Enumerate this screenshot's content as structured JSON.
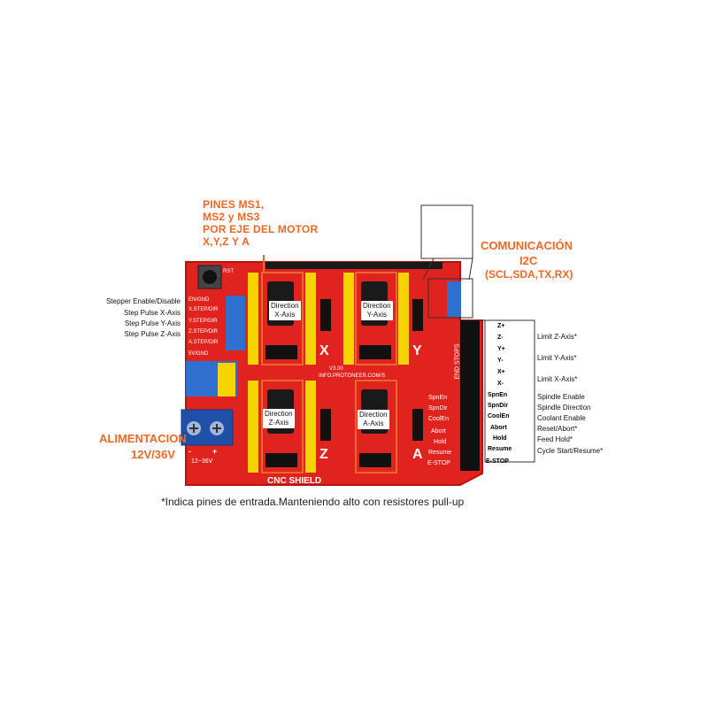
{
  "annotations": {
    "ms_pins": [
      "PINES MS1,",
      "MS2 y MS3",
      "POR EJE DEL MOTOR",
      "X,Y,Z Y A"
    ],
    "comm": [
      "COMUNICACIÓN",
      "I2C",
      "(SCL,SDA,TX,RX)"
    ],
    "power": [
      "ALIMENTACION",
      "12V/36V"
    ],
    "footnote": "*Indica pines de entrada.Manteniendo alto con resistores pull-up"
  },
  "left_labels": [
    "Stepper Enable/Disable",
    "Step Pulse X-Axis",
    "Step Pulse Y-Axis",
    "Step Pulse Z-Axis"
  ],
  "right_labels": [
    "Limit Z-Axis*",
    "Limit Y-Axis*",
    "Limit X-Axis*",
    "Spindle Enable",
    "Spindle Direction",
    "Coolant Enable",
    "Reset/Abort*",
    "Feed Hold*",
    "Cycle Start/Resume*"
  ],
  "pin_table": [
    "Z+",
    "Z-",
    "Y+",
    "Y-",
    "X+",
    "X-",
    "SpnEn",
    "SpnDir",
    "CoolEn",
    "Abort",
    "Hold",
    "Resume",
    "E-STOP"
  ],
  "board": {
    "title": "CNC SHIELD",
    "axes": [
      "X",
      "Y",
      "Z",
      "A"
    ],
    "rst": "RST",
    "header_labels": [
      "EN/GND",
      "X.STEP/DIR",
      "Y.STEP/DIR",
      "Z.STEP/DIR",
      "A.STEP/DIR",
      "5V/GND"
    ],
    "endstops_label": "END STOPS",
    "side_pins": [
      "SpnEn",
      "SpnDir",
      "CoolEn",
      "Abort",
      "Hold",
      "Resume",
      "E-STOP"
    ],
    "version": "V3.00",
    "url": "INFO.PROTONEER.COM/S",
    "terminal_minus": "-",
    "terminal_plus": "+",
    "terminal_range": "12~36V"
  },
  "drivers": [
    {
      "line1": "Direction",
      "line2": "X-Axis"
    },
    {
      "line1": "Direction",
      "line2": "Y-Axis"
    },
    {
      "line1": "Direction",
      "line2": "Z-Axis"
    },
    {
      "line1": "Direction",
      "line2": "A-Axis"
    }
  ],
  "colors": {
    "board": "#e0231f",
    "accent_orange": "#e8692a",
    "header_yellow": "#f5d400",
    "header_blue": "#2f6fcf",
    "capacitor": "#1a1a1a",
    "terminal": "#1f4fa8"
  }
}
